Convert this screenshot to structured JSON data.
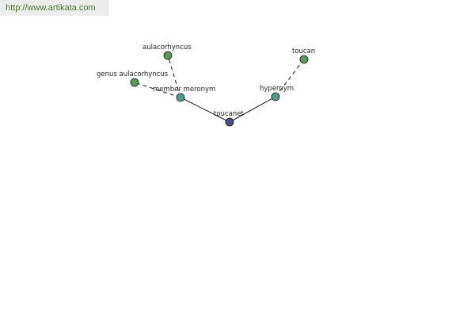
{
  "banner": {
    "url_text": "http://www.artikata.com"
  },
  "graph": {
    "nodes": [
      {
        "id": "toucanet",
        "label": "toucanet",
        "color": "#4a4a8c",
        "role": "center"
      },
      {
        "id": "member-meronym",
        "label": "member meronym",
        "color": "#4f9a8e",
        "role": "relation"
      },
      {
        "id": "hypernym",
        "label": "hypernym",
        "color": "#4f9a8e",
        "role": "relation"
      },
      {
        "id": "aulacorhyncus",
        "label": "aulacorhyncus",
        "color": "#5a9a5a",
        "role": "term"
      },
      {
        "id": "genus-aulacorhyncus",
        "label": "genus aulacorhyncus",
        "color": "#5a9a5a",
        "role": "term"
      },
      {
        "id": "toucan",
        "label": "toucan",
        "color": "#5a9a5a",
        "role": "term"
      }
    ],
    "edges": [
      {
        "from": "toucanet",
        "to": "member-meronym",
        "style": "solid"
      },
      {
        "from": "toucanet",
        "to": "hypernym",
        "style": "solid"
      },
      {
        "from": "member-meronym",
        "to": "aulacorhyncus",
        "style": "dashed"
      },
      {
        "from": "member-meronym",
        "to": "genus-aulacorhyncus",
        "style": "dashed"
      },
      {
        "from": "hypernym",
        "to": "toucan",
        "style": "dashed"
      }
    ]
  }
}
